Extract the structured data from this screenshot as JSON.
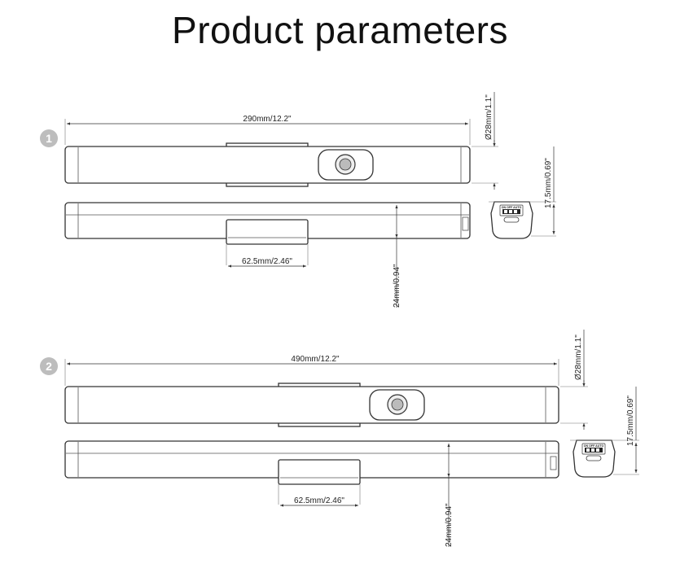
{
  "title": "Product parameters",
  "variants": [
    {
      "badge": "1",
      "length_label": "290mm/12.2\"",
      "diameter_label": "Ø28mm/1.1\"",
      "height_label": "17.5mm/0.69\"",
      "mount_width_label": "62.5mm/2.46\"",
      "depth_label": "24mm/0.94\""
    },
    {
      "badge": "2",
      "length_label": "490mm/12.2\"",
      "diameter_label": "Ø28mm/1.1\"",
      "height_label": "17.5mm/0.69\"",
      "mount_width_label": "62.5mm/2.46\"",
      "depth_label": "24mm/0.94\""
    }
  ],
  "switch_label": "ON OFF AUTO",
  "colors": {
    "badge": "#bdbdbd",
    "line": "#333333"
  },
  "icons": [
    "number-badge-icon",
    "dimension-arrow-icon",
    "motion-sensor-icon",
    "usb-port-icon"
  ]
}
